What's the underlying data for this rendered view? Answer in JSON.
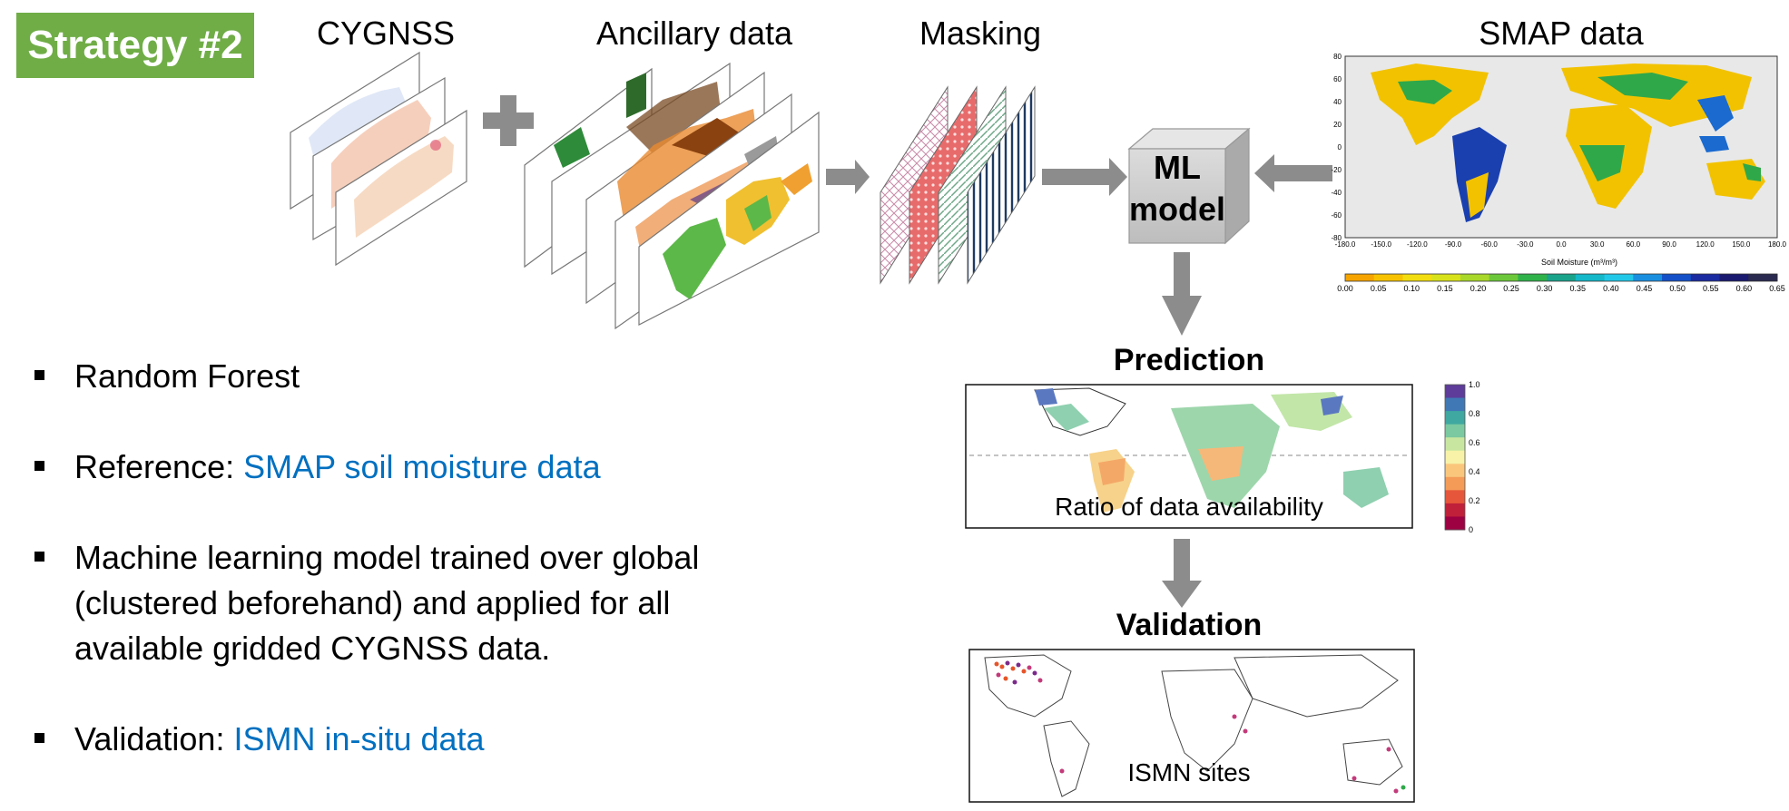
{
  "badge": "Strategy #2",
  "headers": {
    "cygnss": "CYGNSS",
    "ancillary": "Ancillary data",
    "masking": "Masking",
    "smap": "SMAP data"
  },
  "ml_model": {
    "line1": "ML",
    "line2": "model"
  },
  "smap_map": {
    "y_ticks": [
      "80",
      "60",
      "40",
      "20",
      "0",
      "-20",
      "-40",
      "-60",
      "-80"
    ],
    "x_ticks": [
      "-180.0",
      "-150.0",
      "-120.0",
      "-90.0",
      "-60.0",
      "-30.0",
      "0.0",
      "30.0",
      "60.0",
      "90.0",
      "120.0",
      "150.0",
      "180.0"
    ],
    "xlabel": "Soil Moisture (m³/m³)",
    "colorbar_ticks": [
      "0.00",
      "0.05",
      "0.10",
      "0.15",
      "0.20",
      "0.25",
      "0.30",
      "0.35",
      "0.40",
      "0.45",
      "0.50",
      "0.55",
      "0.60",
      "0.65"
    ],
    "colorbar_colors": [
      "#f6a400",
      "#f7c200",
      "#f2dd10",
      "#d8e21a",
      "#a9d82a",
      "#6cc83a",
      "#2fb24a",
      "#19a38b",
      "#14b8c8",
      "#22c8e8",
      "#1a8fe0",
      "#1450c8",
      "#1a2aa0",
      "#1a1a70",
      "#2a2a50"
    ]
  },
  "prediction": {
    "title": "Prediction",
    "caption": "Ratio of data availability",
    "colorbar_ticks": [
      "1.0",
      "0.8",
      "0.6",
      "0.4",
      "0.2",
      "0"
    ],
    "colorbar_colors": [
      "#5e3c99",
      "#3f78b4",
      "#3fa8a0",
      "#7bc9a0",
      "#c8e6a0",
      "#f7f2a8",
      "#f9c67c",
      "#f49b58",
      "#e6563a",
      "#c0203a",
      "#9e0142"
    ]
  },
  "validation": {
    "title": "Validation",
    "caption": "ISMN sites"
  },
  "bullets": [
    {
      "plain": "Random Forest",
      "link": ""
    },
    {
      "plain": "Reference: ",
      "link": "SMAP soil moisture data"
    },
    {
      "plain": "Machine learning model trained over global (clustered beforehand) and applied for all available gridded CYGNSS data.",
      "link": ""
    },
    {
      "plain": "Validation: ",
      "link": "ISMN in-situ data"
    }
  ],
  "colors": {
    "badge": "#70ad47",
    "link": "#0070c0",
    "arrow": "#8c8c8c",
    "mask_pink": "#f28f8f",
    "mask_green": "#cde8d6",
    "mask_navy": "#1f3a60"
  }
}
